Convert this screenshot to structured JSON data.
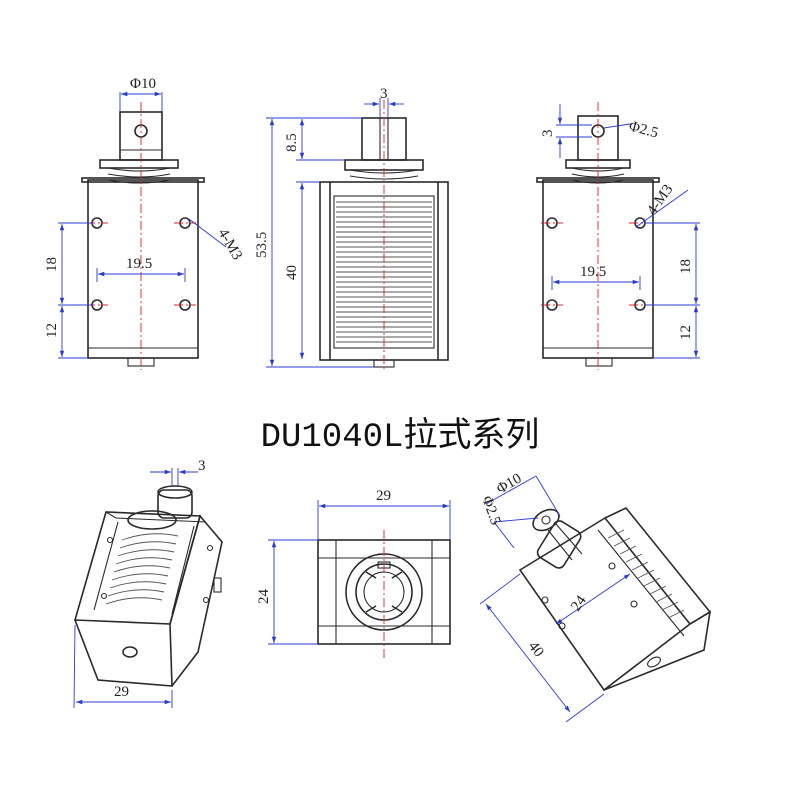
{
  "title": "DU1040L拉式系列",
  "front": {
    "d_plunger": "Φ10",
    "hole_callout": "4-M3",
    "h_upper": "18",
    "h_lower": "12",
    "w_holes": "19.5"
  },
  "side": {
    "w_slot": "3",
    "h_plunger": "8.5",
    "h_total": "53.5",
    "h_frame": "40"
  },
  "back": {
    "w_slot": "3",
    "d_pin": "Φ2.5",
    "hole_callout": "4-M3",
    "w_holes": "19.5",
    "h_upper": "18",
    "h_lower": "12"
  },
  "iso_left": {
    "w_slot": "3",
    "w_base": "29"
  },
  "top": {
    "w_body": "29",
    "h_body": "24"
  },
  "iso_right": {
    "d_plunger": "Φ10",
    "d_pin": "Φ2.5",
    "w_body": "24",
    "h_body": "40"
  },
  "colors": {
    "outline": "#2a2a2a",
    "dimension": "#2a3bd0",
    "centerline": "#e02020"
  }
}
